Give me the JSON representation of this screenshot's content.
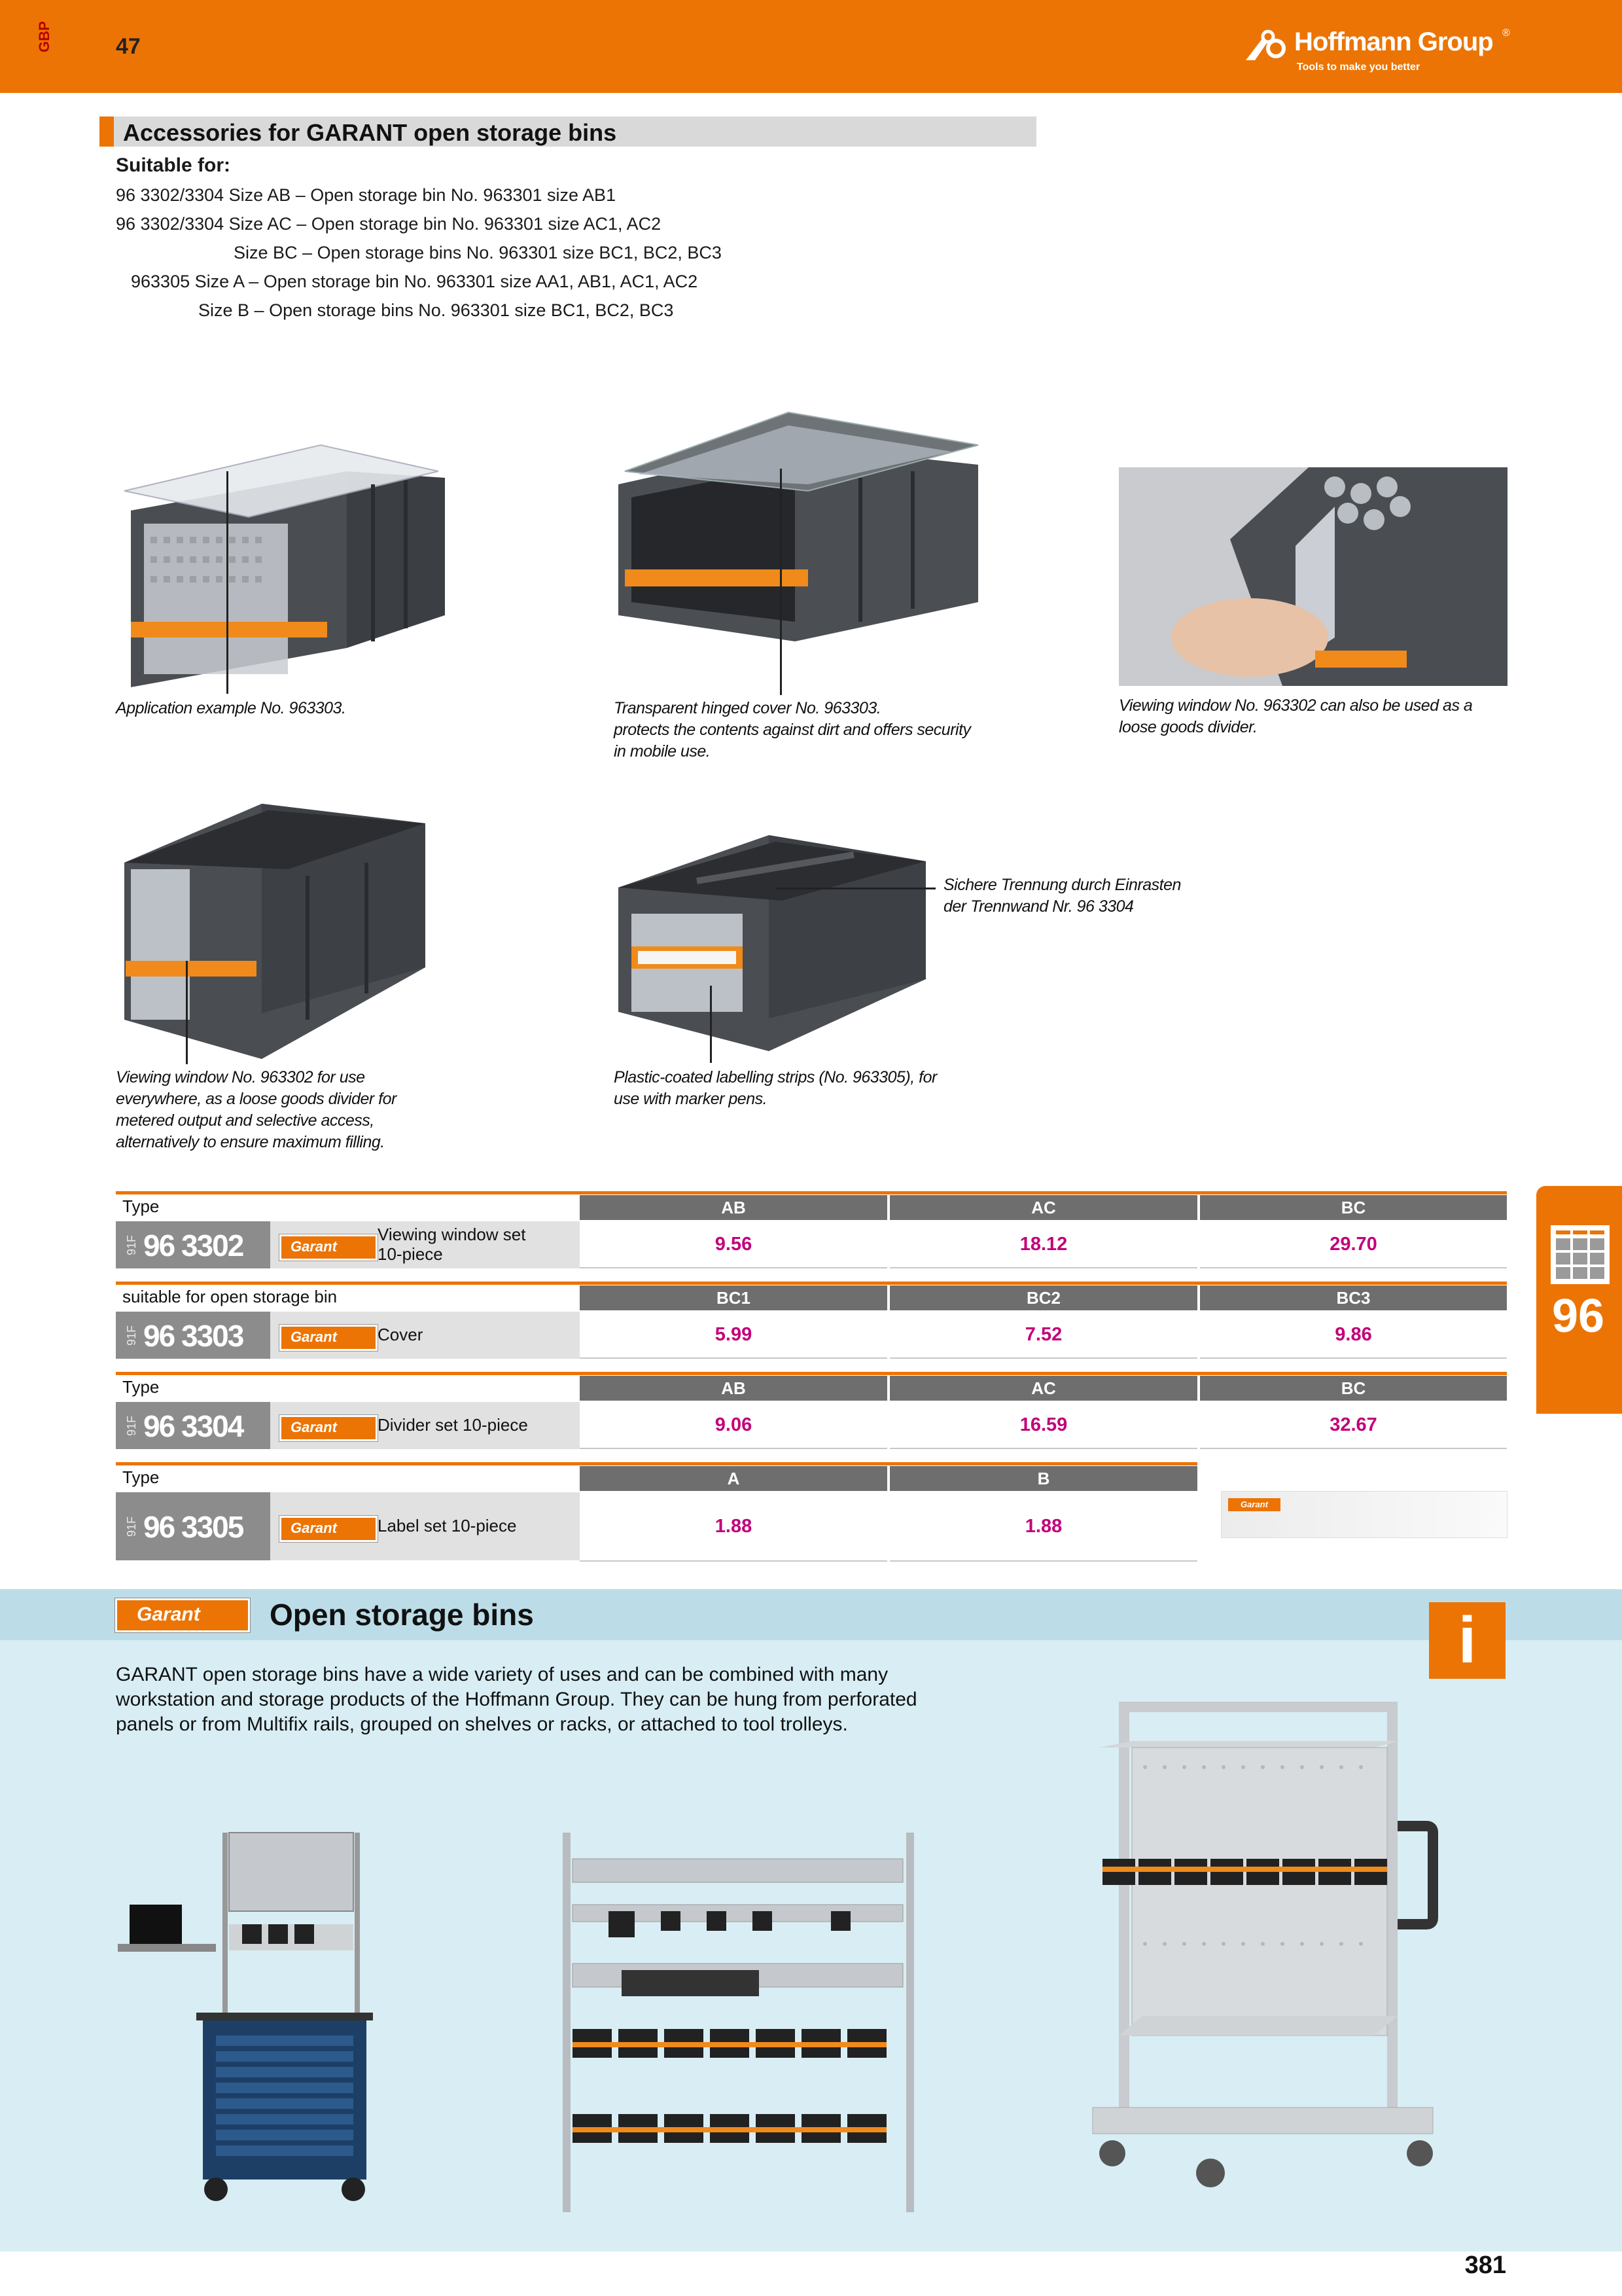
{
  "header": {
    "side_code": "GBP",
    "chapter_num": "47",
    "logo_name": "Hoffmann Group",
    "logo_reg": "®",
    "logo_tagline": "Tools to make you better"
  },
  "section": {
    "title": "Accessories for GARANT open storage bins",
    "suitable_title": "Suitable for:",
    "suitable_lines": [
      {
        "key": "96 3302/3304 Size AB –",
        "value": "Open storage bin No. 963301 size AB1"
      },
      {
        "key": "96 3302/3304 Size AC –",
        "value": "Open storage bin No. 963301 size AC1, AC2"
      },
      {
        "key": "Size BC –",
        "value": "Open storage bins No. 963301 size BC1, BC2, BC3"
      },
      {
        "key": "963305 Size A –",
        "value": "Open storage bin No. 963301 size AA1, AB1, AC1, AC2"
      },
      {
        "key": "Size B –",
        "value": "Open storage bins No. 963301 size BC1, BC2, BC3"
      }
    ]
  },
  "captions": {
    "c1": "Application example No. 963303.",
    "c2a": "Transparent hinged cover No. 963303.",
    "c2b": "protects the contents against dirt and offers security",
    "c2c": "in mobile use.",
    "c3a": "Viewing window No. 963302 can also be used as a",
    "c3b": "loose goods divider.",
    "c4a": "Viewing window No. 963302 for use",
    "c4b": "everywhere, as a loose goods divider for",
    "c4c": "metered output and selective access,",
    "c4d": "alternatively to ensure maximum filling.",
    "c5a": "Sichere Trennung durch Einrasten",
    "c5b": "der Trennwand Nr. 96 3304",
    "c6a": "Plastic-coated labelling strips (No. 963305), for",
    "c6b": "use with marker pens."
  },
  "tables": [
    {
      "label": "Type",
      "prefix": "91F",
      "number": "96 3302",
      "brand": "Garant",
      "desc1": "Viewing window set",
      "desc2": "10-piece",
      "headers": [
        "AB",
        "AC",
        "BC"
      ],
      "values": [
        "9.56",
        "18.12",
        "29.70"
      ]
    },
    {
      "label": "suitable for open storage bin",
      "prefix": "91F",
      "number": "96 3303",
      "brand": "Garant",
      "desc1": "Cover",
      "desc2": "",
      "headers": [
        "BC1",
        "BC2",
        "BC3"
      ],
      "values": [
        "5.99",
        "7.52",
        "9.86"
      ]
    },
    {
      "label": "Type",
      "prefix": "91F",
      "number": "96 3304",
      "brand": "Garant",
      "desc1": "Divider set 10-piece",
      "desc2": "",
      "headers": [
        "AB",
        "AC",
        "BC"
      ],
      "values": [
        "9.06",
        "16.59",
        "32.67"
      ]
    },
    {
      "label": "Type",
      "prefix": "91F",
      "number": "96 3305",
      "brand": "Garant",
      "desc1": "Label set 10-piece",
      "desc2": "",
      "headers": [
        "A",
        "B"
      ],
      "values": [
        "1.88",
        "1.88"
      ]
    }
  ],
  "label_strip_brand": "Garant",
  "side_tab": {
    "number": "96"
  },
  "info": {
    "brand": "Garant",
    "title": "Open storage bins",
    "icon": "info-icon",
    "icon_glyph": "i",
    "text": "GARANT open storage bins have a wide variety of uses and can be combined with many workstation and storage products of the Hoffmann Group. They can be hung from perforated panels or from Multifix rails, grouped on shelves or racks, or attached to tool trolleys."
  },
  "page_number": "381",
  "colors": {
    "accent": "#ec7404",
    "price": "#c2007a",
    "header_cell": "#6e6e6e",
    "info_bg": "#d8eef4"
  }
}
